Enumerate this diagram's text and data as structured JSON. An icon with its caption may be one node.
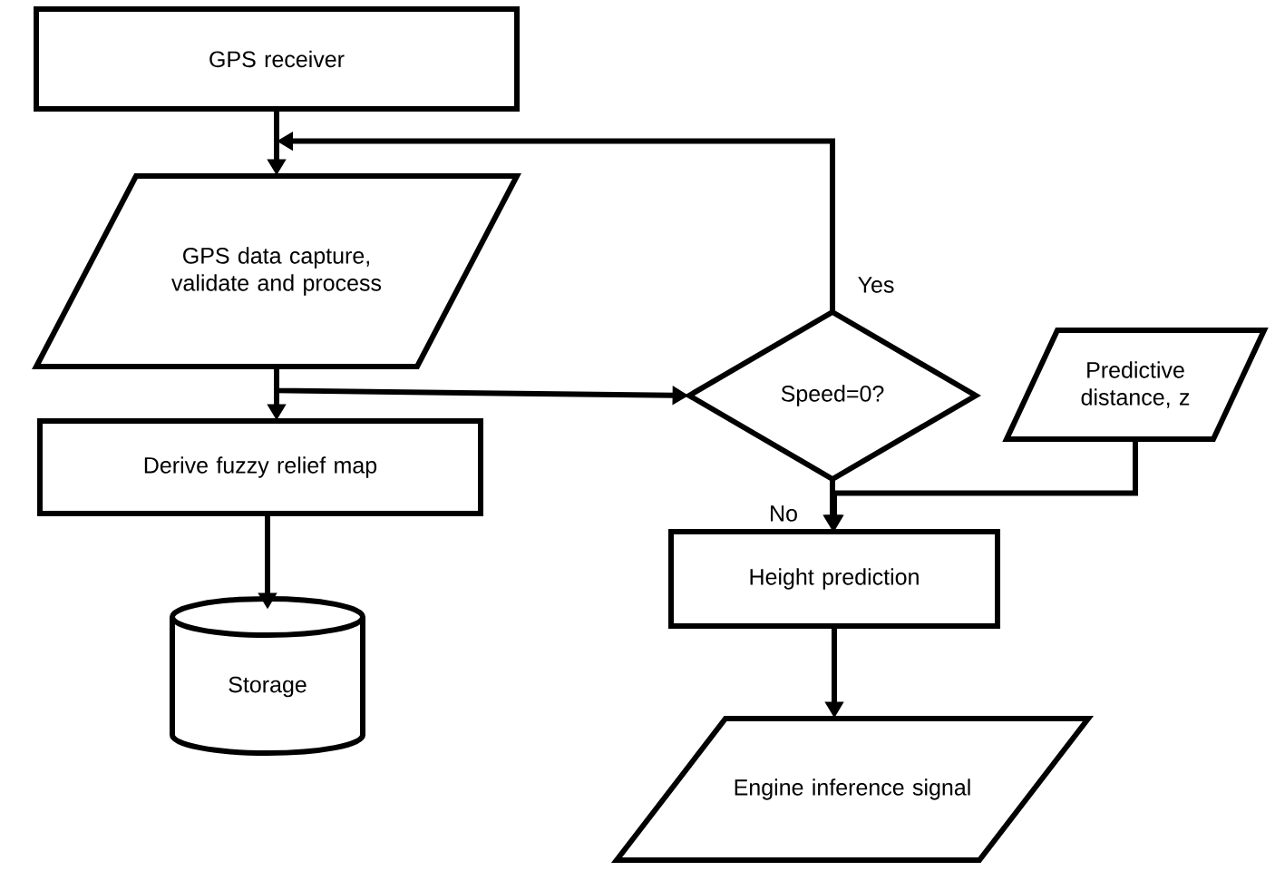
{
  "diagram": {
    "nodes": [
      {
        "text": [
          "GPS receiver"
        ]
      },
      {
        "text": [
          "GPS data capture, validate and process"
        ]
      },
      {
        "text": [
          "Speed=0?"
        ]
      },
      {
        "text": [
          "Predictive distance, z"
        ]
      },
      {
        "text": [
          "Derive fuzzy relief map"
        ]
      },
      {
        "text": [
          "Storage"
        ]
      },
      {
        "text": [
          "Height prediction"
        ]
      },
      {
        "text": [
          "Engine inference signal"
        ]
      }
    ],
    "edges": [
      {
        "from": 0,
        "to": 1,
        "arrow": "to"
      },
      {
        "from": 2,
        "to": 1,
        "arrow": "to",
        "label": "Yes"
      },
      {
        "from": 1,
        "to": 4,
        "arrow": "to"
      },
      {
        "from": 1,
        "to": 2,
        "arrow": "to"
      },
      {
        "from": 2,
        "to": 6,
        "arrow": "to",
        "label": "No"
      },
      {
        "from": 3,
        "to": 6,
        "arrow": "to"
      },
      {
        "from": 4,
        "to": 5,
        "arrow": "to"
      },
      {
        "from": 6,
        "to": 7,
        "arrow": "to"
      }
    ]
  }
}
